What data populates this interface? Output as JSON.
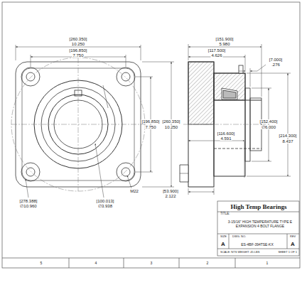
{
  "diagram": {
    "labels": [
      "[260.350]",
      "10.250",
      "[196.850]",
      "7.750",
      "[151.900]",
      "5.980",
      "[117.500]",
      "4.626",
      "[7.000]",
      ".276",
      "[196.850]",
      "7.750",
      "[260.350]",
      "10.250",
      "[116.600]",
      "4.591",
      "[152.400]",
      "∅6.000",
      "[214.300]",
      "8.437",
      "M22",
      "[53.900]",
      "2.122",
      "[278.388]",
      "∅10.960",
      "[100.013]",
      "∅3.938",
      "High Temp Bearings",
      "TITLE:",
      "3-15/16\" HIGH TEMPERATURE TYPE E EXPANSION 4 BOLT FLANGE",
      "SIZE",
      "DWG. NO.",
      "REV",
      "A",
      "ES-4BF-394TSE-KX",
      "A",
      "SCALE: NTS  WEIGHT: 45 LBS",
      "SHEET 1 OF 1",
      "5",
      "4",
      "3",
      "2",
      "1"
    ]
  }
}
